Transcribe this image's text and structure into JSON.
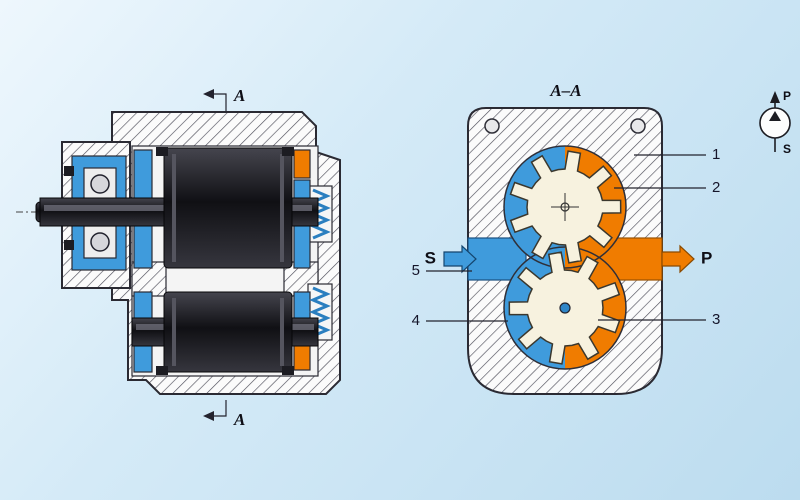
{
  "section_marks": {
    "top": "A",
    "bottom": "A"
  },
  "section_view": {
    "title": "A–A"
  },
  "ports": {
    "suction": "S",
    "pressure": "P"
  },
  "callouts": {
    "c1": "1",
    "c2": "2",
    "c3": "3",
    "c4": "4",
    "c5": "5"
  },
  "symbol": {
    "p": "P",
    "s": "S"
  },
  "colors": {
    "suction_blue": "#3f9bdc",
    "pressure_orange": "#f07c00",
    "spring_blue": "#2b7fc0",
    "gear_dark": "#1c1c22",
    "gear_face": "#f7f2df",
    "hatch_line": "#50505c"
  }
}
